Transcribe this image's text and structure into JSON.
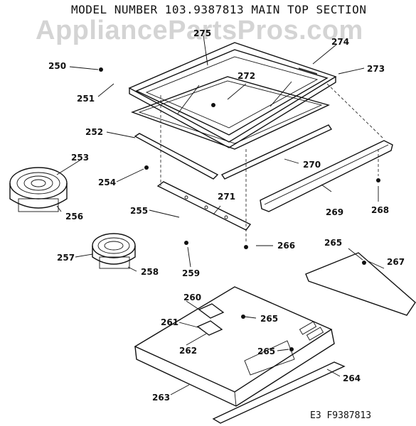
{
  "header": {
    "title": "MODEL NUMBER 103.9387813  MAIN TOP SECTION",
    "watermark": "AppliancePartsPros.com"
  },
  "footer": {
    "code": "E3 F9387813"
  },
  "callouts": {
    "c250": "250",
    "c251": "251",
    "c252": "252",
    "c253": "253",
    "c254": "254",
    "c255": "255",
    "c256": "256",
    "c257": "257",
    "c258": "258",
    "c259": "259",
    "c260": "260",
    "c261": "261",
    "c262": "262",
    "c263": "263",
    "c264": "264",
    "c265a": "265",
    "c265b": "265",
    "c265c": "265",
    "c266": "266",
    "c267": "267",
    "c268": "268",
    "c269": "269",
    "c270": "270",
    "c271": "271",
    "c272": "272",
    "c273": "273",
    "c274": "274",
    "c275": "275"
  }
}
